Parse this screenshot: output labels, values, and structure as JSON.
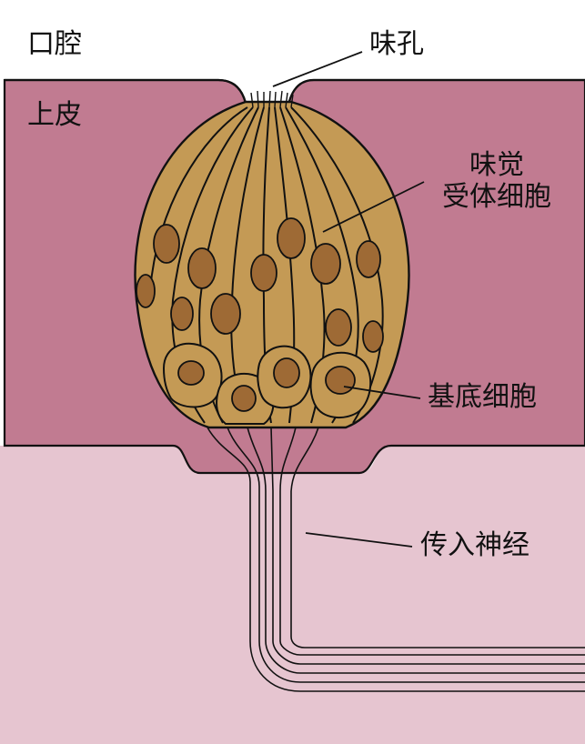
{
  "labels": {
    "oral_cavity": "口腔",
    "taste_pore": "味孔",
    "epithelium": "上皮",
    "receptor_line1": "味觉",
    "receptor_line2": "受体细胞",
    "basal_cells": "基底细胞",
    "afferent_nerve": "传入神经"
  },
  "colors": {
    "epithelium": "#c17b91",
    "tissue": "#e6c5d0",
    "cell": "#c49a55",
    "nucleus": "#9e6a35",
    "outline": "#111111",
    "background": "#ffffff"
  }
}
